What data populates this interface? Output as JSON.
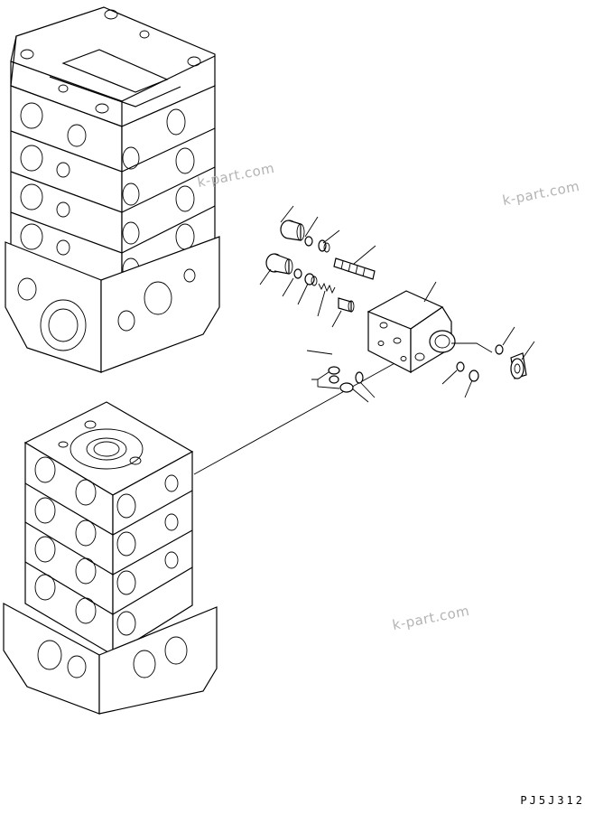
{
  "watermarks": [
    "k-part.com",
    "k-part.com",
    "k-part.com"
  ],
  "drawing_code": "PJ5J312"
}
